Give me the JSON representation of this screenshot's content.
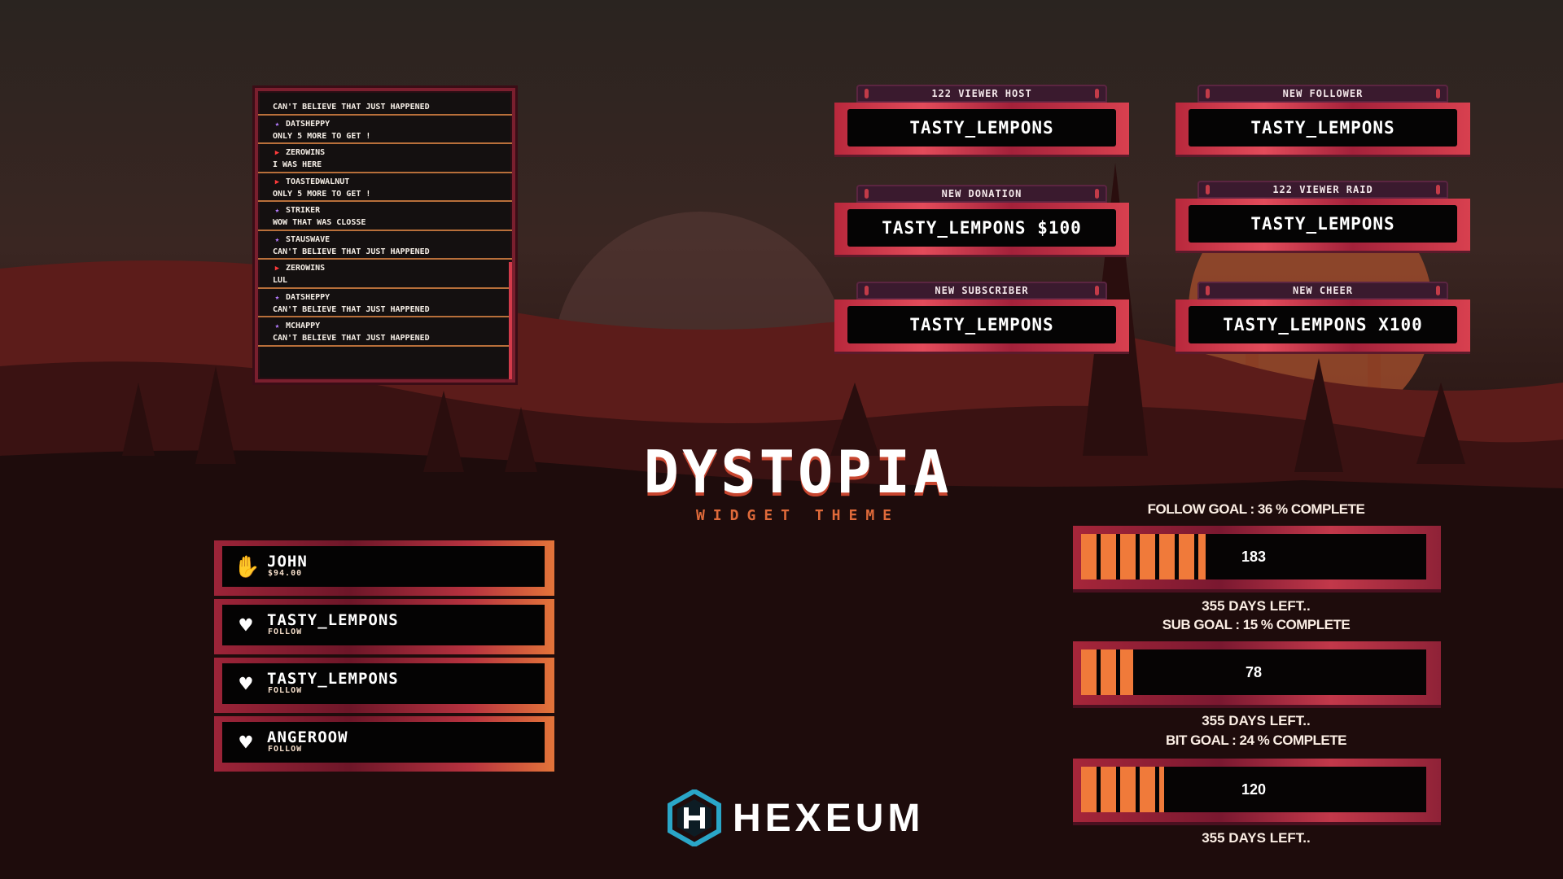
{
  "chat": {
    "messages": [
      {
        "user": "",
        "text": "CAN'T BELIEVE THAT JUST HAPPENED",
        "platform": "none"
      },
      {
        "user": "DATSHEPPY",
        "text": "ONLY 5 MORE TO GET !",
        "platform": "twitch"
      },
      {
        "user": "ZEROWINS",
        "text": "I WAS HERE",
        "platform": "youtube"
      },
      {
        "user": "TOASTEDWALNUT",
        "text": "ONLY 5 MORE TO GET !",
        "platform": "youtube"
      },
      {
        "user": "STRIKER",
        "text": "WOW THAT WAS CLOSSE",
        "platform": "twitch"
      },
      {
        "user": "STAUSWAVE",
        "text": "CAN'T BELIEVE THAT JUST HAPPENED",
        "platform": "twitch"
      },
      {
        "user": "ZEROWINS",
        "text": "LUL",
        "platform": "youtube"
      },
      {
        "user": "DATSHEPPY",
        "text": "CAN'T BELIEVE THAT JUST HAPPENED",
        "platform": "twitch"
      },
      {
        "user": "MCHAPPY",
        "text": "CAN'T BELIEVE THAT JUST HAPPENED",
        "platform": "twitch"
      }
    ]
  },
  "alerts": [
    {
      "label": "122 VIEWER HOST",
      "value": "TASTY_LEMPONS"
    },
    {
      "label": "NEW FOLLOWER",
      "value": "TASTY_LEMPONS"
    },
    {
      "label": "NEW DONATION",
      "value": "TASTY_LEMPONS $100"
    },
    {
      "label": "122 VIEWER RAID",
      "value": "TASTY_LEMPONS"
    },
    {
      "label": "NEW SUBSCRIBER",
      "value": "TASTY_LEMPONS"
    },
    {
      "label": "NEW CHEER",
      "value": "TASTY_LEMPONS X100"
    }
  ],
  "title": {
    "main": "DYSTOPIA",
    "sub": "WIDGET THEME"
  },
  "events": [
    {
      "name": "JOHN",
      "sub": "$94.00",
      "icon": "donation-hand-icon"
    },
    {
      "name": "TASTY_LEMPONS",
      "sub": "FOLLOW",
      "icon": "heart-icon"
    },
    {
      "name": "TASTY_LEMPONS",
      "sub": "FOLLOW",
      "icon": "heart-icon"
    },
    {
      "name": "ANGEROOW",
      "sub": "FOLLOW",
      "icon": "heart-icon"
    }
  ],
  "goals": [
    {
      "label": "FOLLOW GOAL : 36 % COMPLETE",
      "value": "183",
      "progress": 0.36,
      "days": "355 DAYS LEFT.."
    },
    {
      "label": "SUB GOAL : 15 % COMPLETE",
      "value": "78",
      "progress": 0.15,
      "days": "355 DAYS LEFT.."
    },
    {
      "label": "BIT GOAL : 24 % COMPLETE",
      "value": "120",
      "progress": 0.24,
      "days": "355 DAYS LEFT.."
    }
  ],
  "brand": {
    "name": "HEXEUM",
    "accent": "#2aa6c8"
  },
  "colors": {
    "frame": "#c2384a",
    "fill": "#f07a3a",
    "background": "#1a0f0f"
  }
}
